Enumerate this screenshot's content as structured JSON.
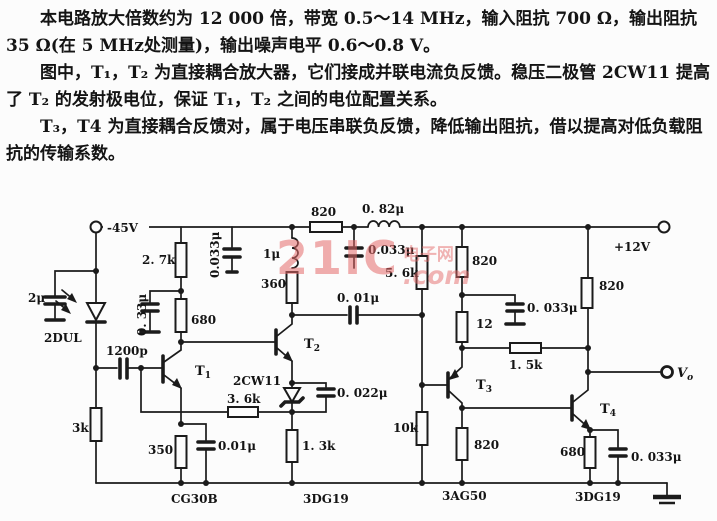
{
  "doc": {
    "p1": "本电路放大倍数约为 12 000 倍，带宽 0.5～14 MHz，输入阻抗 700 Ω，输出阻抗 35 Ω(在 5 MHz处测量)，输出噪声电平 0.6～0.8 V。",
    "p2": "图中，T₁，T₂ 为直接耦合放大器，它们接成并联电流负反馈。稳压二极管 2CW11 提高了 T₂ 的发射极电位，保证 T₁，T₂ 之间的电位配置关系。",
    "p3": "T₃，T4 为直接耦合反馈对，属于电压串联负反馈，降低输出阻抗，借以提高对低负载阻抗的传输系数。"
  },
  "watermark": {
    "brand": "21IC",
    "site": "电子网",
    "tld": ".com"
  },
  "circuit": {
    "neg_supply": "-45V",
    "pos_supply": "+12V",
    "c_in": "2μ",
    "photodiode": "2DUL",
    "c_1200p": "1200p",
    "r_3k": "3k",
    "r_2k7": "2. 7k",
    "c_033u_left": "0.033μ",
    "c_33u": "0. 33μ",
    "r_680_left": "680",
    "r_350": "350",
    "c_01u_left": "0.01μ",
    "t1": {
      "base": "T",
      "sub": "1"
    },
    "type_t1": "CG30B",
    "r_820_top": "820",
    "l_082u": "0. 82μ",
    "l_1u": "1μ",
    "r_360": "360",
    "c_033u_top": "0.033μ",
    "c_01u_couple": "0. 01μ",
    "t2": {
      "base": "T",
      "sub": "2"
    },
    "zener": "2CW11",
    "r_3k6": "3. 6k",
    "c_022u": "0. 022μ",
    "r_1k3": "1. 3k",
    "type_t2": "3DG19",
    "r_5k6": "5. 6k",
    "r_10k": "10k",
    "t3": {
      "base": "T",
      "sub": "3"
    },
    "type_t3": "3AG50",
    "r_820_t3_top": "820",
    "r_12": "12",
    "c_033u_mid": "0. 033μ",
    "r_1k5": "1. 5k",
    "r_820_t3_col": "820",
    "r_820_t4_col": "820",
    "t4": {
      "base": "T",
      "sub": "4"
    },
    "r_680_right": "680",
    "c_033u_right": "0. 033μ",
    "type_t4": "3DG19",
    "vout": {
      "base": "V",
      "sub": "o"
    }
  }
}
